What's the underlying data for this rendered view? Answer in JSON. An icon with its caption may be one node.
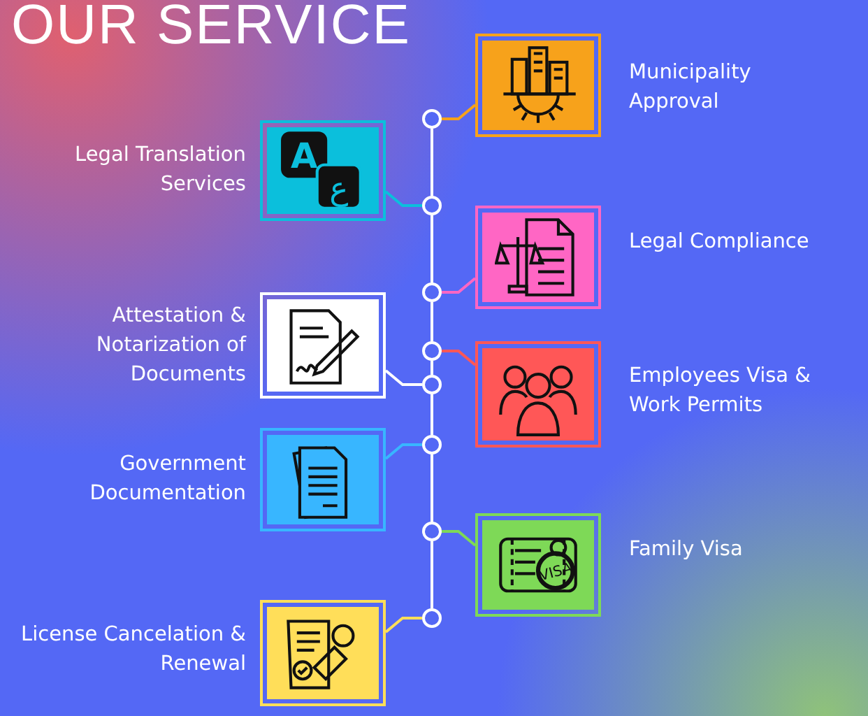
{
  "diagram": {
    "title": "OUR SERVICE",
    "nodes": [
      {
        "text": [],
        "shape": "picture",
        "beside": [
          "Municipality Approval"
        ]
      },
      {
        "text": [],
        "shape": "picture",
        "beside": [
          "Legal Translation Services"
        ]
      },
      {
        "text": [],
        "shape": "picture",
        "beside": [
          "Legal Compliance"
        ]
      },
      {
        "text": [],
        "shape": "picture",
        "beside": [
          "Attestation & Notarization of Documents"
        ]
      },
      {
        "text": [],
        "shape": "picture",
        "beside": [
          "Employees Visa & Work Permits"
        ]
      },
      {
        "text": [],
        "shape": "picture",
        "beside": [
          "Government Documentation"
        ]
      },
      {
        "text": [],
        "shape": "picture",
        "beside": [
          "Family Visa"
        ]
      },
      {
        "text": [],
        "shape": "picture",
        "beside": [
          "License Cancelation & Renewal"
        ]
      },
      {
        "text": [],
        "shape": "circle"
      },
      {
        "text": [],
        "shape": "circle"
      },
      {
        "text": [],
        "shape": "circle"
      },
      {
        "text": [],
        "shape": "circle"
      },
      {
        "text": [],
        "shape": "circle"
      },
      {
        "text": [],
        "shape": "circle"
      },
      {
        "text": [],
        "shape": "circle"
      },
      {
        "text": [],
        "shape": "circle"
      }
    ],
    "edges": [
      {
        "from": 8,
        "to": 0,
        "arrow": "none",
        "color": "#f7a21b"
      },
      {
        "from": 9,
        "to": 1,
        "arrow": "none",
        "color": "#0bbfdc"
      },
      {
        "from": 10,
        "to": 2,
        "arrow": "none",
        "color": "#ff66c4"
      },
      {
        "from": 11,
        "to": 4,
        "arrow": "none",
        "color": "#ff5757"
      },
      {
        "from": 12,
        "to": 3,
        "arrow": "none",
        "color": "#ffffff"
      },
      {
        "from": 13,
        "to": 5,
        "arrow": "none",
        "color": "#38b6ff"
      },
      {
        "from": 14,
        "to": 6,
        "arrow": "none",
        "color": "#7ed957"
      },
      {
        "from": 15,
        "to": 7,
        "arrow": "none",
        "color": "#ffde59"
      },
      {
        "from": 8,
        "to": 9,
        "arrow": "none"
      },
      {
        "from": 9,
        "to": 10,
        "arrow": "none"
      },
      {
        "from": 10,
        "to": 11,
        "arrow": "none"
      },
      {
        "from": 11,
        "to": 12,
        "arrow": "none"
      },
      {
        "from": 12,
        "to": 13,
        "arrow": "none"
      },
      {
        "from": 13,
        "to": 14,
        "arrow": "none"
      },
      {
        "from": 14,
        "to": 15,
        "arrow": "none"
      }
    ],
    "labels": [
      "A",
      "ع",
      "VISA"
    ]
  }
}
